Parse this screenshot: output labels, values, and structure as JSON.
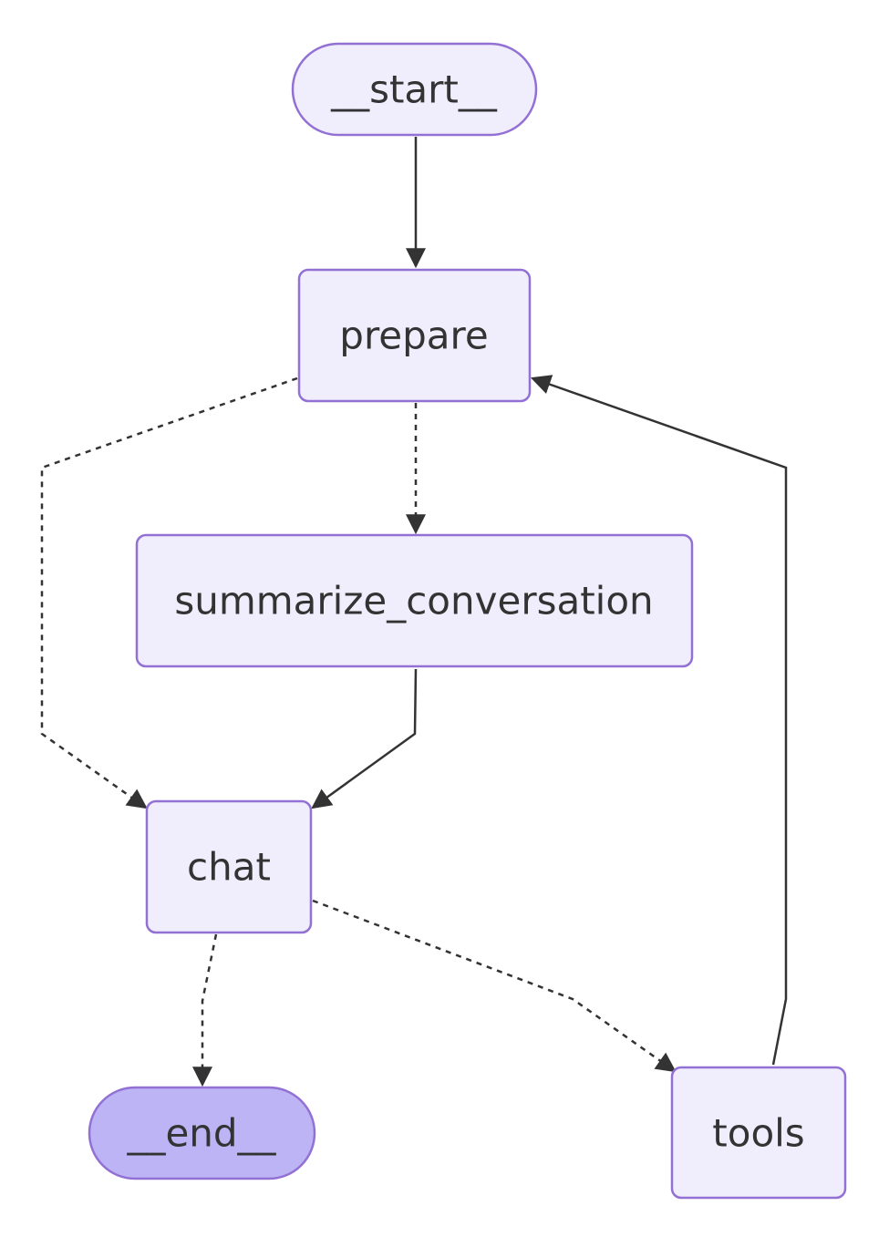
{
  "diagram": {
    "type": "flowchart",
    "colors": {
      "node_fill": "#f0eefc",
      "node_stroke": "#9270d4",
      "end_fill": "#bcb4f5",
      "edge": "#333333",
      "text": "#333333",
      "background": "#ffffff"
    },
    "nodes": {
      "start": {
        "label": "__start__",
        "shape": "stadium"
      },
      "prepare": {
        "label": "prepare",
        "shape": "rounded-rect"
      },
      "summarize": {
        "label": "summarize_conversation",
        "shape": "rounded-rect"
      },
      "chat": {
        "label": "chat",
        "shape": "rounded-rect"
      },
      "end": {
        "label": "__end__",
        "shape": "stadium"
      },
      "tools": {
        "label": "tools",
        "shape": "rounded-rect"
      }
    },
    "edges": [
      {
        "from": "__start__",
        "to": "prepare",
        "style": "solid"
      },
      {
        "from": "prepare",
        "to": "summarize_conversation",
        "style": "dashed"
      },
      {
        "from": "prepare",
        "to": "chat",
        "style": "dashed"
      },
      {
        "from": "summarize_conversation",
        "to": "chat",
        "style": "solid"
      },
      {
        "from": "chat",
        "to": "__end__",
        "style": "dashed"
      },
      {
        "from": "chat",
        "to": "tools",
        "style": "dashed"
      },
      {
        "from": "tools",
        "to": "prepare",
        "style": "solid"
      }
    ]
  }
}
